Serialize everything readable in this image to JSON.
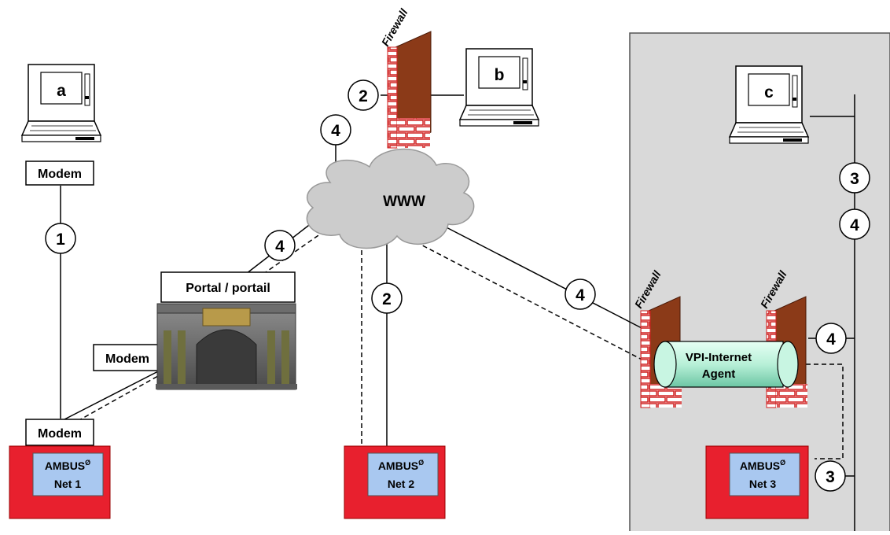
{
  "computers": {
    "a": "a",
    "b": "b",
    "c": "c"
  },
  "modems": {
    "top": "Modem",
    "middle": "Modem",
    "bottom": "Modem"
  },
  "cloud_label": "WWW",
  "portal_label": "Portal / portail",
  "firewall_label": "Firewall",
  "agent": {
    "line1": "VPI-Internet",
    "line2": "Agent"
  },
  "networks": [
    {
      "name": "AMBUS",
      "superscript": "Ø",
      "net": "Net 1"
    },
    {
      "name": "AMBUS",
      "superscript": "Ø",
      "net": "Net 2"
    },
    {
      "name": "AMBUS",
      "superscript": "Ø",
      "net": "Net 3"
    }
  ],
  "connection_labels": {
    "modem_link": "1",
    "firewall_b": "2",
    "cloud_top": "4",
    "portal_link": "4",
    "net2_link": "2",
    "agent_link": "4",
    "c_upper_3": "3",
    "c_upper_4": "4",
    "inner_firewall": "4",
    "net3_link": "3"
  },
  "colors": {
    "ambus_outer": "#e8202e",
    "ambus_inner": "#a9c8f0",
    "firewall_brick": "#8b3a18",
    "agent_fill": "#b8f0d8",
    "zone_fill": "#d9d9d9",
    "cloud_fill": "#cccccc"
  }
}
